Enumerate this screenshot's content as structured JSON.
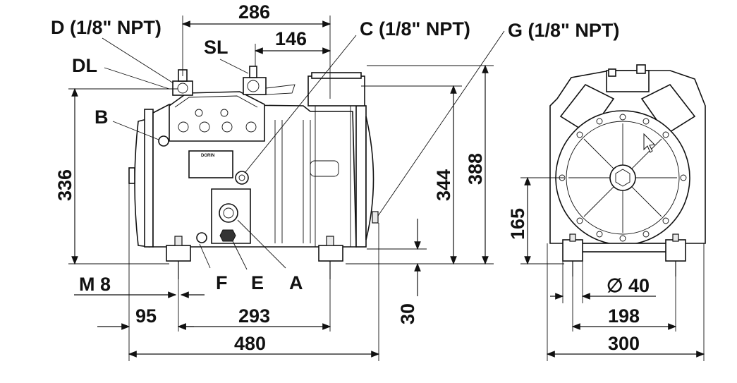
{
  "callouts": {
    "d": "D (1/8\" NPT)",
    "dl": "DL",
    "sl": "SL",
    "b": "B",
    "c": "C (1/8\" NPT)",
    "g": "G (1/8\" NPT)",
    "f": "F",
    "e": "E",
    "a": "A",
    "m8": "M 8",
    "diameter": "∅ 40"
  },
  "dimensions": {
    "d286": "286",
    "d146": "146",
    "d336": "336",
    "d344": "344",
    "d388": "388",
    "d165": "165",
    "d30": "30",
    "d95": "95",
    "d293": "293",
    "d480": "480",
    "d198": "198",
    "d300": "300"
  },
  "nameplate": "DORIN",
  "icons": [
    "mouse-cursor-icon"
  ]
}
